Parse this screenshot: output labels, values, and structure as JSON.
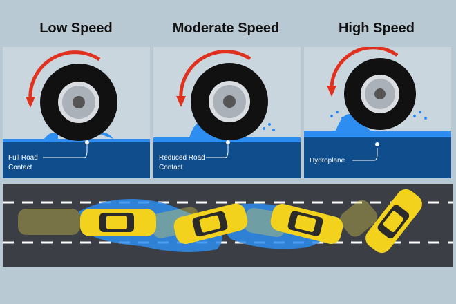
{
  "titles": {
    "low": "Low Speed",
    "moderate": "Moderate Speed",
    "high": "High Speed"
  },
  "labels": {
    "low": [
      "Full Road",
      "Contact"
    ],
    "moderate": [
      "Reduced Road",
      "Contact"
    ],
    "high": [
      "Hydroplane"
    ]
  },
  "colors": {
    "background": "#b9c9d3",
    "panel": "#c9d6dd",
    "road_surface": "#0f4d8c",
    "water": "#2e8df0",
    "arrow": "#e0301e",
    "tire": "#111111",
    "car": "#f2d21d",
    "asphalt": "#3b3e45",
    "lane_marking": "#ffffff"
  },
  "icons": [
    "rotation-arrow-icon",
    "tire-icon",
    "water-splash-icon",
    "car-icon"
  ]
}
